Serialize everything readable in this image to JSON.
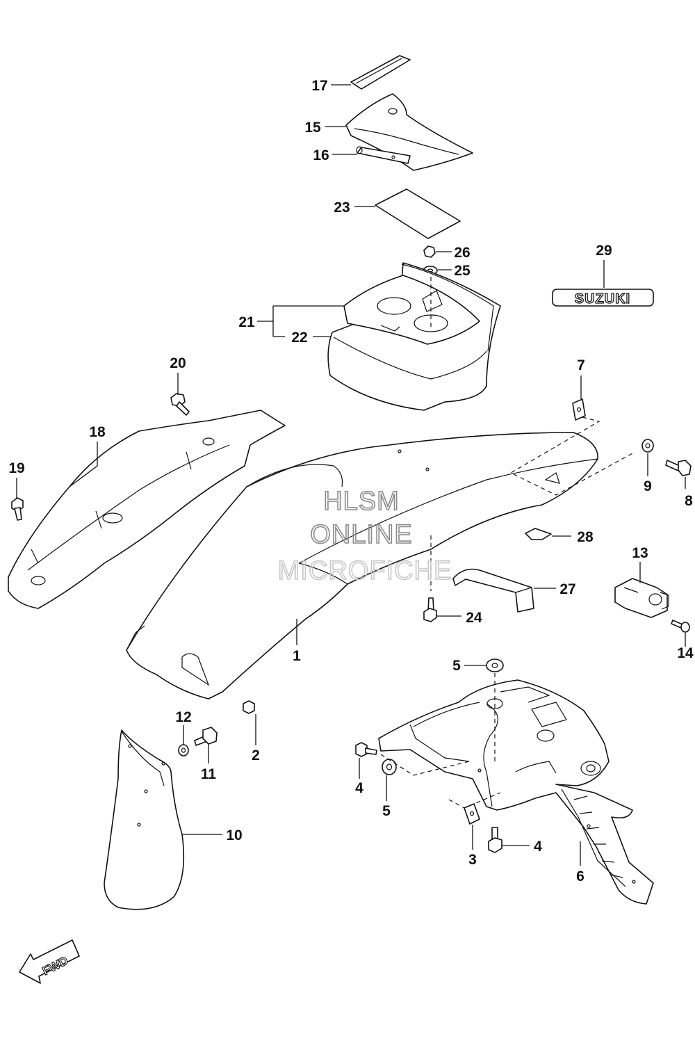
{
  "watermark": {
    "line1": "HLSM",
    "line2": "ONLINE",
    "line3": "MICROFICHE"
  },
  "emblem_text": "SUZUKI",
  "direction_label": "FWD",
  "parts": [
    {
      "ref": "1",
      "name": "rear-fender"
    },
    {
      "ref": "2",
      "name": "bolt"
    },
    {
      "ref": "3",
      "name": "clip-nut"
    },
    {
      "ref": "4",
      "name": "bolt"
    },
    {
      "ref": "5",
      "name": "washer"
    },
    {
      "ref": "6",
      "name": "rear-fender-bracket"
    },
    {
      "ref": "7",
      "name": "clip-nut"
    },
    {
      "ref": "8",
      "name": "bolt"
    },
    {
      "ref": "9",
      "name": "washer"
    },
    {
      "ref": "10",
      "name": "mud-flap"
    },
    {
      "ref": "11",
      "name": "bolt"
    },
    {
      "ref": "12",
      "name": "washer"
    },
    {
      "ref": "13",
      "name": "relay-holder"
    },
    {
      "ref": "14",
      "name": "screw"
    },
    {
      "ref": "15",
      "name": "tool-bag"
    },
    {
      "ref": "16",
      "name": "tool"
    },
    {
      "ref": "17",
      "name": "band"
    },
    {
      "ref": "18",
      "name": "side-cover"
    },
    {
      "ref": "19",
      "name": "bolt"
    },
    {
      "ref": "20",
      "name": "bolt"
    },
    {
      "ref": "21",
      "name": "tray-assembly"
    },
    {
      "ref": "22",
      "name": "tray"
    },
    {
      "ref": "23",
      "name": "manual"
    },
    {
      "ref": "24",
      "name": "bolt"
    },
    {
      "ref": "25",
      "name": "washer"
    },
    {
      "ref": "26",
      "name": "nut"
    },
    {
      "ref": "27",
      "name": "handle"
    },
    {
      "ref": "28",
      "name": "cushion"
    },
    {
      "ref": "29",
      "name": "emblem"
    }
  ]
}
